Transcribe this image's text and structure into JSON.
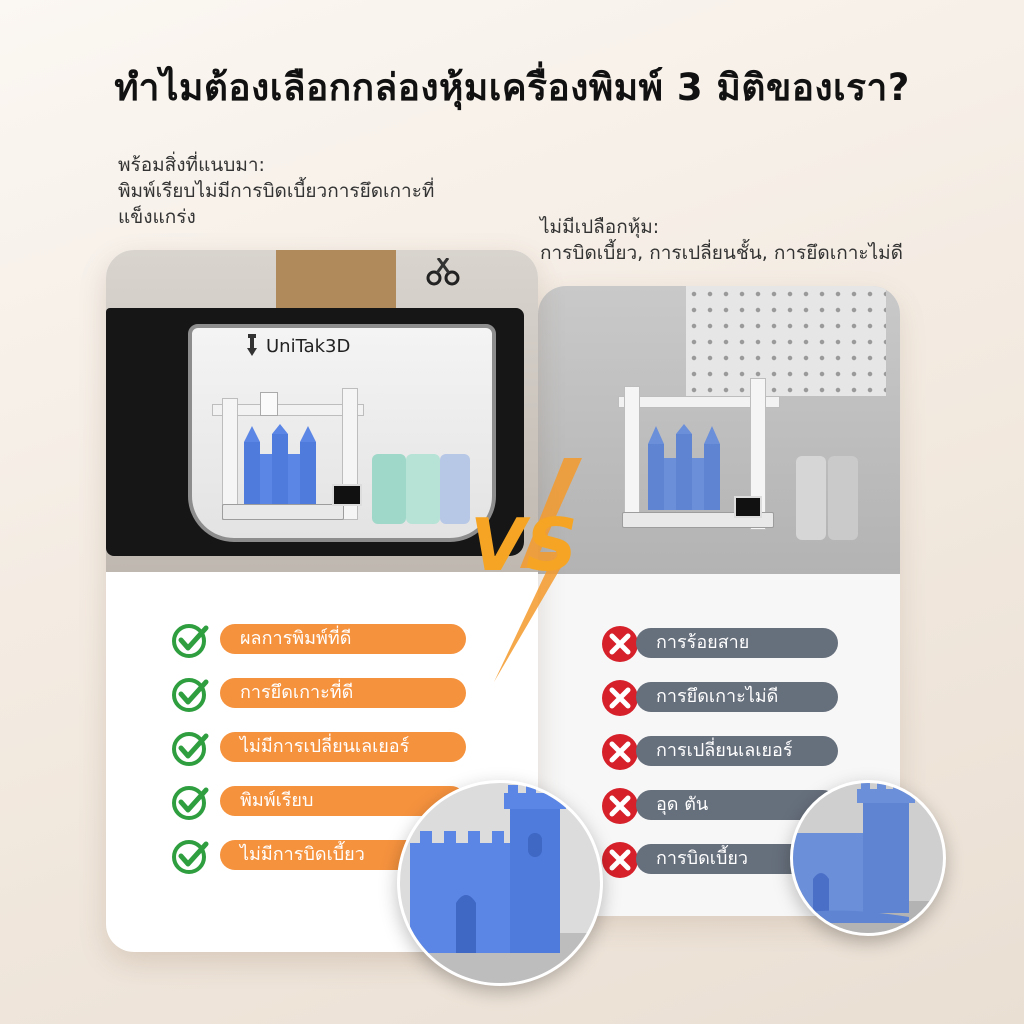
{
  "headline": "ทำไมต้องเลือกกล่องหุ้มเครื่องพิมพ์ 3 มิติของเรา?",
  "caption_left": "พร้อมสิ่งที่แนบมา:\nพิมพ์เรียบไม่มีการบิดเบี้ยวการยึดเกาะที่แข็งแกร่ง",
  "caption_right": "ไม่มีเปลือกหุ้ม:\nการบิดเบี้ยว, การเปลี่ยนชั้น, การยึดเกาะไม่ดี",
  "brand": "UniTak3D",
  "good_items": [
    "ผลการพิมพ์ที่ดี",
    "การยึดเกาะที่ดี",
    "ไม่มีการเปลี่ยนเลเยอร์",
    "พิมพ์เรียบ",
    "ไม่มีการบิดเบี้ยว"
  ],
  "bad_items": [
    "การร้อยสาย",
    "การยึดเกาะไม่ดี",
    "การเปลี่ยนเลเยอร์",
    "อุด ตัน",
    "การบิดเบี้ยว"
  ],
  "colors": {
    "accent_orange": "#f5923e",
    "check_green": "#2e9e3f",
    "cross_red": "#d6202a",
    "pill_gray": "#666f7c",
    "castle_blue": "#5b86e5"
  },
  "icons": {
    "good": "check-circle-icon",
    "bad": "x-circle-icon"
  }
}
